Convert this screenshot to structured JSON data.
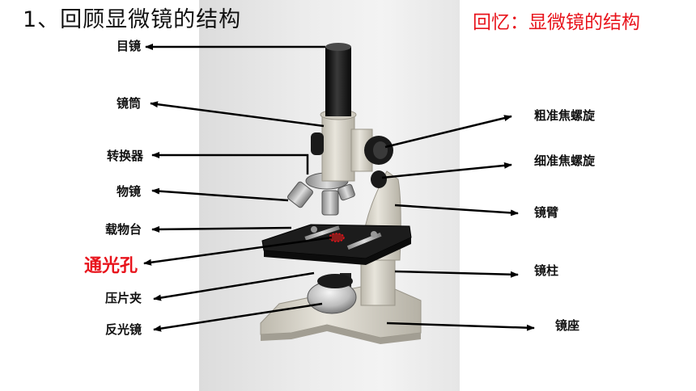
{
  "header": {
    "title": "1、回顾显微镜的结构",
    "subtitle": "回忆：显微镜的结构"
  },
  "labels": {
    "eyepiece": "目镜",
    "tube": "镜筒",
    "nosepiece": "转换器",
    "objective": "物镜",
    "stage": "载物台",
    "aperture": "通光孔",
    "clip": "压片夹",
    "mirror": "反光镜",
    "coarse_focus": "粗准焦螺旋",
    "fine_focus": "细准焦螺旋",
    "arm": "镜臂",
    "pillar": "镜柱",
    "base": "镜座"
  },
  "colors": {
    "highlight": "#e8141c",
    "arrow": "#000000",
    "body": "#d9d6cc",
    "black_part": "#1c1c1c",
    "metal": "#b8b8b8"
  }
}
